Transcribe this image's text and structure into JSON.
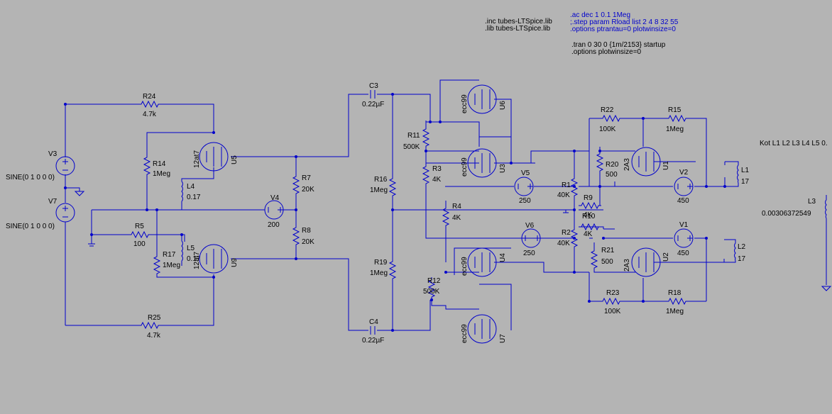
{
  "directives": {
    "inc": ".inc tubes-LTSpice.lib",
    "lib": ".lib tubes-LTSpice.lib",
    "ac": ".ac dec 1 0.1 1Meg",
    "step": ";.step param Rload list 2 4 8 32 55",
    "options1": ".options ptrantau=0 plotwinsize=0",
    "tran": ".tran 0 30 0 {1m/2153} startup",
    "options2": ".options plotwinsize=0",
    "kot": "Kot L1 L2 L3 L4 L5 0."
  },
  "resistors": {
    "R24": {
      "name": "R24",
      "value": "4.7k"
    },
    "R25": {
      "name": "R25",
      "value": "4.7k"
    },
    "R14": {
      "name": "R14",
      "value": "1Meg"
    },
    "R17": {
      "name": "R17",
      "value": "1Meg"
    },
    "R5": {
      "name": "R5",
      "value": "100"
    },
    "R7": {
      "name": "R7",
      "value": "20K"
    },
    "R8": {
      "name": "R8",
      "value": "20K"
    },
    "R16": {
      "name": "R16",
      "value": "1Meg"
    },
    "R19": {
      "name": "R19",
      "value": "1Meg"
    },
    "R11": {
      "name": "R11",
      "value": "500K"
    },
    "R12": {
      "name": "R12",
      "value": "500K"
    },
    "R3": {
      "name": "R3",
      "value": "4K"
    },
    "R4": {
      "name": "R4",
      "value": "4K"
    },
    "R1": {
      "name": "R1",
      "value": "40K"
    },
    "R2": {
      "name": "R2",
      "value": "40K"
    },
    "R9": {
      "name": "R9",
      "value": "4K"
    },
    "R10": {
      "name": "R10",
      "value": "4K"
    },
    "R20": {
      "name": "R20",
      "value": "500"
    },
    "R21": {
      "name": "R21",
      "value": "500"
    },
    "R22": {
      "name": "R22",
      "value": "100K"
    },
    "R15": {
      "name": "R15",
      "value": "1Meg"
    },
    "R23": {
      "name": "R23",
      "value": "100K"
    },
    "R18": {
      "name": "R18",
      "value": "1Meg"
    }
  },
  "capacitors": {
    "C3": {
      "name": "C3",
      "value": "0.22µF"
    },
    "C4": {
      "name": "C4",
      "value": "0.22µF"
    }
  },
  "inductors": {
    "L4": {
      "name": "L4",
      "value": "0.17"
    },
    "L5": {
      "name": "L5",
      "value": "0.17"
    },
    "L1": {
      "name": "L1",
      "value": "17"
    },
    "L2": {
      "name": "L2",
      "value": "17"
    },
    "L3": {
      "name": "L3",
      "value": "0.00306372549"
    }
  },
  "sources": {
    "V3": {
      "name": "V3",
      "value": "SINE(0 1 0 0 0)"
    },
    "V7": {
      "name": "V7",
      "value": "SINE(0 1 0 0 0)"
    },
    "V4": {
      "name": "V4",
      "value": "200"
    },
    "V5": {
      "name": "V5",
      "value": "250"
    },
    "V6": {
      "name": "V6",
      "value": "250"
    },
    "V2": {
      "name": "V2",
      "value": "450"
    },
    "V1": {
      "name": "V1",
      "value": "450"
    }
  },
  "tubes": {
    "U5": {
      "name": "U5",
      "model": "12at7"
    },
    "U9": {
      "name": "U9",
      "model": "12at7"
    },
    "U6": {
      "name": "U6",
      "model": "ecc99"
    },
    "U3": {
      "name": "U3",
      "model": "ecc99"
    },
    "U4": {
      "name": "U4",
      "model": "ecc99"
    },
    "U7": {
      "name": "U7",
      "model": "ecc99"
    },
    "U1": {
      "name": "U1",
      "model": "2A3"
    },
    "U2": {
      "name": "U2",
      "model": "2A3"
    }
  },
  "colors": {
    "background": "#b4b4b4",
    "wire": "#0000cc",
    "directive": "#0000cc",
    "text": "#000000"
  }
}
